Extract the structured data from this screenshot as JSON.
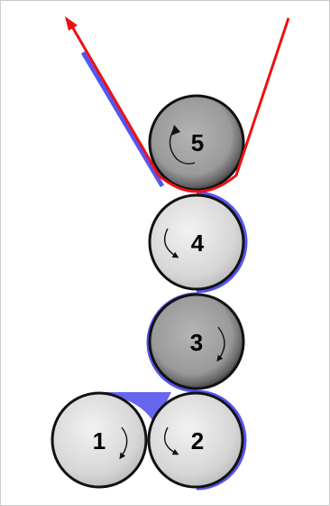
{
  "diagram": {
    "rolls": [
      {
        "label": "1",
        "shade": "light",
        "rotation": "clockwise"
      },
      {
        "label": "2",
        "shade": "light",
        "rotation": "counterclockwise"
      },
      {
        "label": "3",
        "shade": "dark",
        "rotation": "clockwise"
      },
      {
        "label": "4",
        "shade": "light",
        "rotation": "counterclockwise"
      },
      {
        "label": "5",
        "shade": "dark",
        "rotation": "clockwise"
      }
    ],
    "colors": {
      "web_red": "#ee1111",
      "web_blue": "#5555ee",
      "nip_fill": "#6666ee",
      "roll_light": "#d8d8d8",
      "roll_dark": "#8f8f8f",
      "outline": "#111111",
      "border": "#cccccc"
    }
  }
}
